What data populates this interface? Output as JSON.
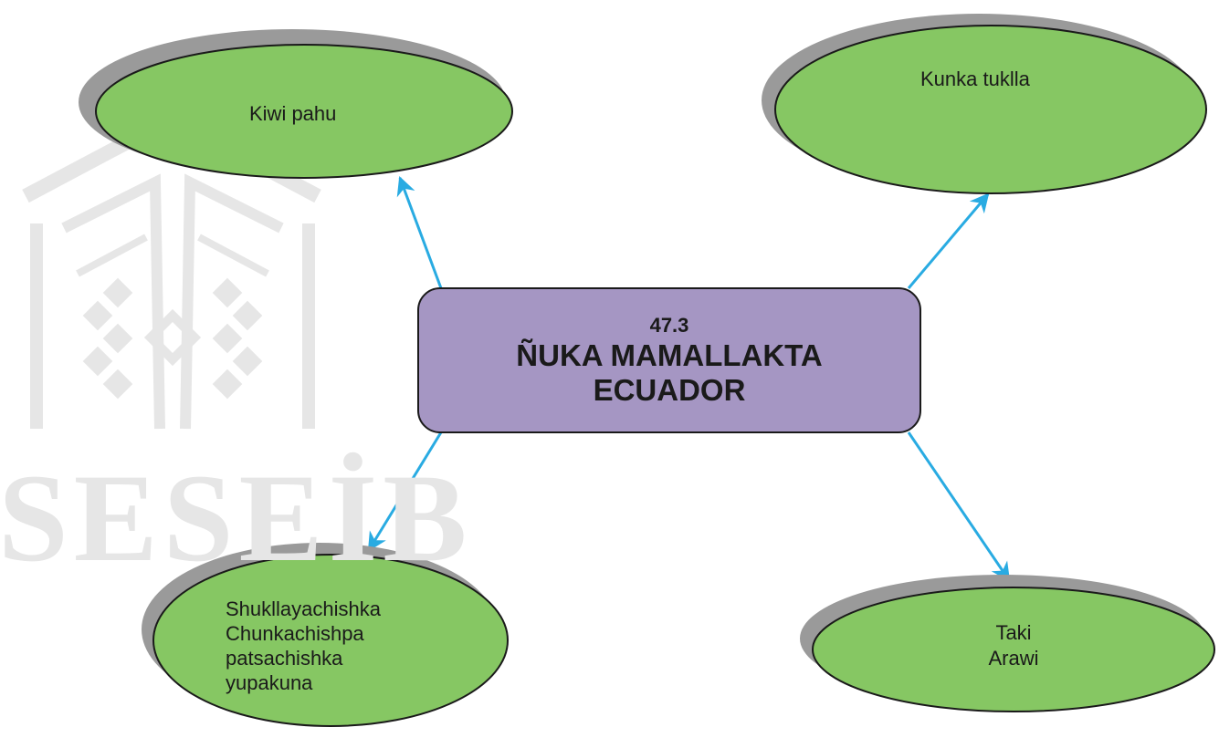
{
  "watermark": {
    "text": "SESEİB"
  },
  "center": {
    "code": "47.3",
    "line1": "ÑUKA MAMALLAKTA",
    "line2": "ECUADOR"
  },
  "nodes": {
    "top_left": {
      "lines": [
        "Kiwi pahu"
      ]
    },
    "top_right": {
      "lines": [
        "Kunka tuklla"
      ]
    },
    "bottom_left": {
      "lines": [
        "Shukllayachishka",
        "Chunkachishpa",
        "patsachishka",
        "yupakuna"
      ]
    },
    "bottom_right": {
      "lines": [
        "Taki",
        "Arawi"
      ]
    }
  },
  "colors": {
    "ellipse_fill": "#86c763",
    "ellipse_shadow": "#9a9a9a",
    "center_fill": "#a596c3",
    "arrow": "#29abe2",
    "outline": "#1a1a1a",
    "watermark": "#e6e6e6"
  }
}
